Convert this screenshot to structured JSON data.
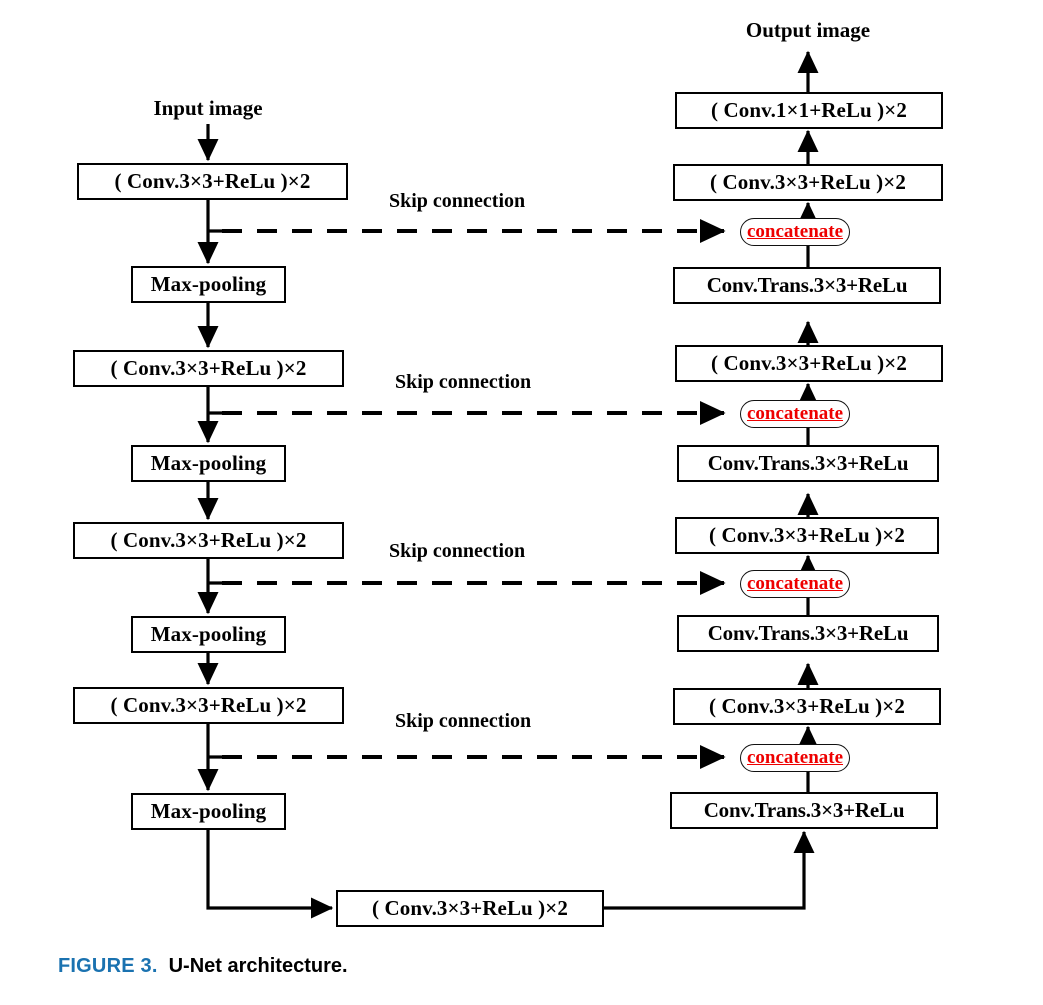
{
  "figure": {
    "number_label": "FIGURE 3.",
    "title": "U-Net architecture.",
    "accent_color": "#1a72b0",
    "highlight_color": "#ee0000",
    "line_color": "#000000",
    "background_color": "#ffffff"
  },
  "diagram": {
    "type": "flowchart",
    "name": "U-Net architecture",
    "input_label": "Input image",
    "output_label": "Output image",
    "encoder": {
      "name": "contracting-path",
      "blocks": [
        {
          "id": "enc-conv-1",
          "label": "( Conv.3×3+ReLu )×2",
          "kind": "conv"
        },
        {
          "id": "enc-pool-1",
          "label": "Max-pooling",
          "kind": "pool"
        },
        {
          "id": "enc-conv-2",
          "label": "( Conv.3×3+ReLu )×2",
          "kind": "conv"
        },
        {
          "id": "enc-pool-2",
          "label": "Max-pooling",
          "kind": "pool"
        },
        {
          "id": "enc-conv-3",
          "label": "( Conv.3×3+ReLu )×2",
          "kind": "conv"
        },
        {
          "id": "enc-pool-3",
          "label": "Max-pooling",
          "kind": "pool"
        },
        {
          "id": "enc-conv-4",
          "label": "( Conv.3×3+ReLu )×2",
          "kind": "conv"
        },
        {
          "id": "enc-pool-4",
          "label": "Max-pooling",
          "kind": "pool"
        }
      ]
    },
    "bottleneck": {
      "id": "bottleneck-conv",
      "label": "( Conv.3×3+ReLu )×2",
      "kind": "conv"
    },
    "decoder": {
      "name": "expanding-path",
      "blocks": [
        {
          "id": "dec-trans-4",
          "label": "Conv.Trans.3×3+ReLu",
          "kind": "trans"
        },
        {
          "id": "dec-concat-4",
          "label": "concatenate",
          "kind": "concat"
        },
        {
          "id": "dec-conv-4",
          "label": "( Conv.3×3+ReLu )×2",
          "kind": "conv"
        },
        {
          "id": "dec-trans-3",
          "label": "Conv.Trans.3×3+ReLu",
          "kind": "trans"
        },
        {
          "id": "dec-concat-3",
          "label": "concatenate",
          "kind": "concat"
        },
        {
          "id": "dec-conv-3",
          "label": "( Conv.3×3+ReLu )×2",
          "kind": "conv"
        },
        {
          "id": "dec-trans-2",
          "label": "Conv.Trans.3×3+ReLu",
          "kind": "trans"
        },
        {
          "id": "dec-concat-2",
          "label": "concatenate",
          "kind": "concat"
        },
        {
          "id": "dec-conv-2",
          "label": "( Conv.3×3+ReLu )×2",
          "kind": "conv"
        },
        {
          "id": "dec-trans-1",
          "label": "Conv.Trans.3×3+ReLu",
          "kind": "trans"
        },
        {
          "id": "dec-concat-1",
          "label": "concatenate",
          "kind": "concat"
        },
        {
          "id": "dec-conv-1",
          "label": "( Conv.3×3+ReLu )×2",
          "kind": "conv"
        },
        {
          "id": "dec-out-conv",
          "label": "( Conv.1×1+ReLu )×2",
          "kind": "conv"
        }
      ]
    },
    "skip_connections": [
      {
        "id": "skip-1",
        "label": "Skip connection",
        "style": "dashed"
      },
      {
        "id": "skip-2",
        "label": "Skip connection",
        "style": "dashed"
      },
      {
        "id": "skip-3",
        "label": "Skip connection",
        "style": "dashed"
      },
      {
        "id": "skip-4",
        "label": "Skip connection",
        "style": "dashed"
      }
    ]
  }
}
